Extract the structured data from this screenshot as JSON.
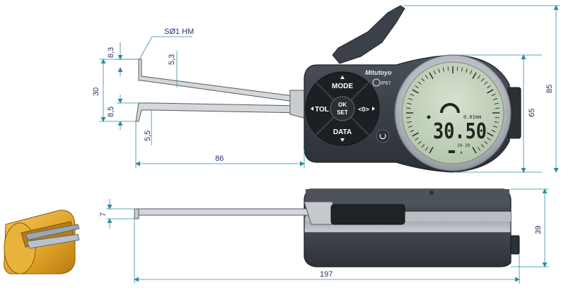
{
  "dimensions": {
    "tip_spec": "SØ1 HM",
    "jaw_thickness_top": "8,3",
    "jaw_step_top": "5,3",
    "jaw_gap": "30",
    "jaw_thickness_bottom": "8,5",
    "jaw_step_bottom": "5,5",
    "arm_length": "86",
    "dial_height": "65",
    "overall_height": "85",
    "side_jaw_thickness": "7",
    "body_thickness": "39",
    "overall_length": "197"
  },
  "gauge": {
    "brand": "Mitutoyo",
    "ip_rating": "IP67",
    "buttons": {
      "mode": "MODE",
      "ok_set_top": "OK",
      "ok_set_bottom": "SET",
      "tol": "TOL",
      "zero": "<0>",
      "data": "DATA"
    },
    "display": {
      "reading": "30.50",
      "resolution": "0.01mm",
      "range": "10-30"
    }
  },
  "colors": {
    "dimension_line": "#2e8f9c",
    "dimension_text": "#2a2f6b",
    "body_dark": "#3a4048",
    "lcd_background": "#c9d8c2",
    "bezel_silver": "#b9bec4",
    "carbide_tip_gold": "#e3a92c"
  }
}
